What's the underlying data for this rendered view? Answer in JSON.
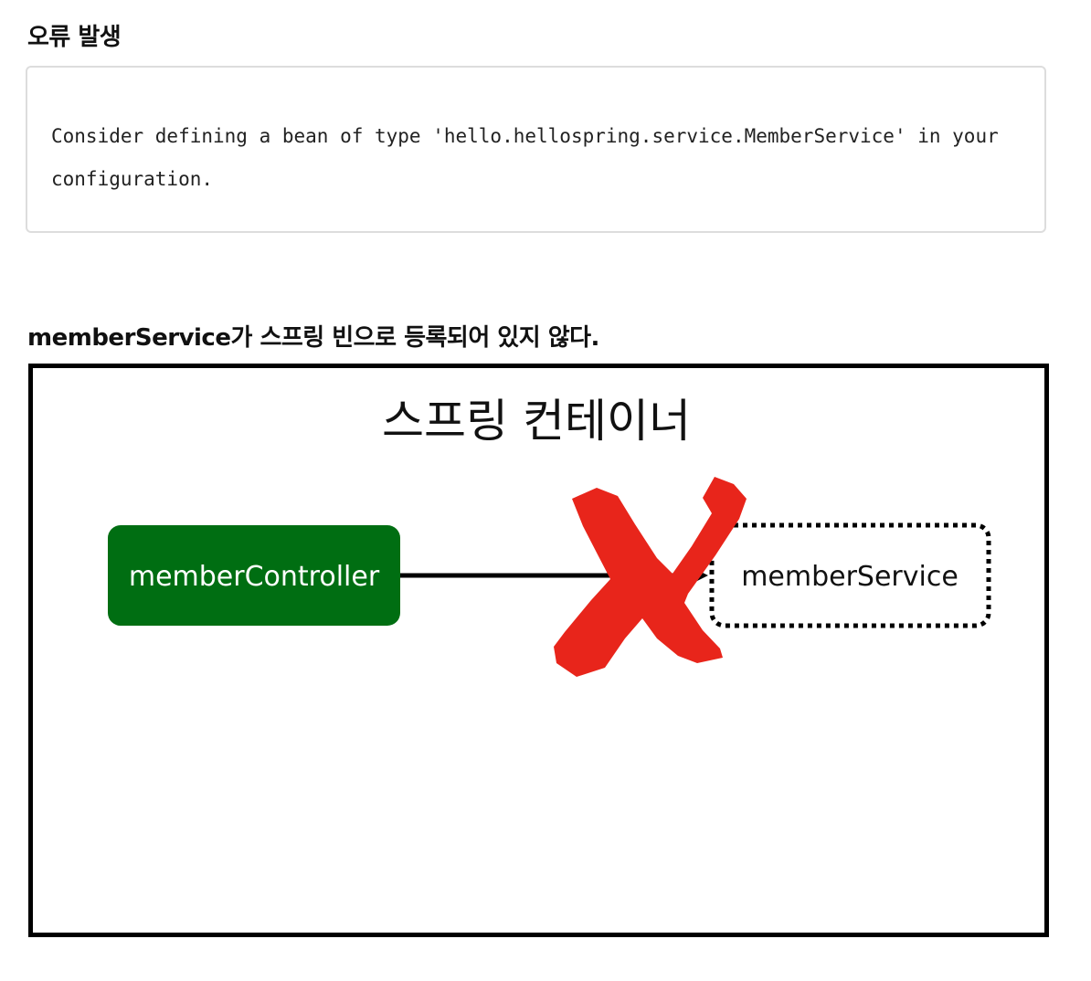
{
  "error_section": {
    "heading": "오류 발생",
    "message": "Consider defining a bean of type 'hello.hellospring.service.MemberService' in your configuration."
  },
  "diagram_section": {
    "heading": "memberService가 스프링 빈으로 등록되어 있지 않다.",
    "container_label": "스프링 컨테이너",
    "controller_label": "memberController",
    "service_label": "memberService",
    "colors": {
      "controller_fill": "#006e12",
      "cross": "#e8251b",
      "frame": "#000000"
    },
    "icons": [
      "arrow-right-icon",
      "red-x-cross-icon"
    ]
  }
}
